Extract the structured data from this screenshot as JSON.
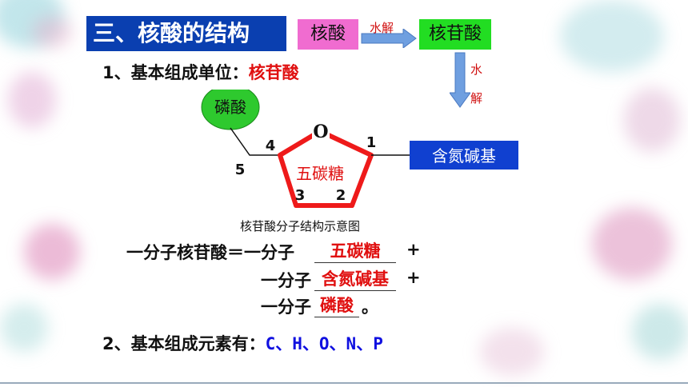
{
  "header": {
    "title": "三、核酸的结构",
    "flow_source": "核酸",
    "flow_arrow_label": "水解",
    "flow_target": "核苷酸",
    "down_arrow_label_1": "水",
    "down_arrow_label_2": "解"
  },
  "section1": {
    "prefix": "1、基本组成单位：",
    "value": "核苷酸"
  },
  "diagram": {
    "phosphate": "磷酸",
    "sugar": "五碳糖",
    "oxygen": "O",
    "base": "含氮碱基",
    "carbon_1": "1",
    "carbon_2": "2",
    "carbon_3": "3",
    "carbon_4": "4",
    "carbon_5": "5",
    "caption": "核苷酸分子结构示意图"
  },
  "equation": {
    "lead": "一分子核苷酸＝一分子",
    "part": "一分子",
    "plus": "+",
    "period": "。",
    "answer_1": "五碳糖",
    "answer_2": "含氮碱基",
    "answer_3": "磷酸"
  },
  "section2": {
    "prefix": "2、基本组成元素有：",
    "elements": "C、H、O、N、P"
  },
  "colors": {
    "title_bg": "#0a3fb0",
    "pink_box": "#f06cd0",
    "green_box": "#22dd22",
    "green_circle": "#2ec92e",
    "arrow_blue": "#6f9fe0",
    "red": "#e01010",
    "base_box": "#1040d0",
    "element_blue": "#1010e0"
  }
}
